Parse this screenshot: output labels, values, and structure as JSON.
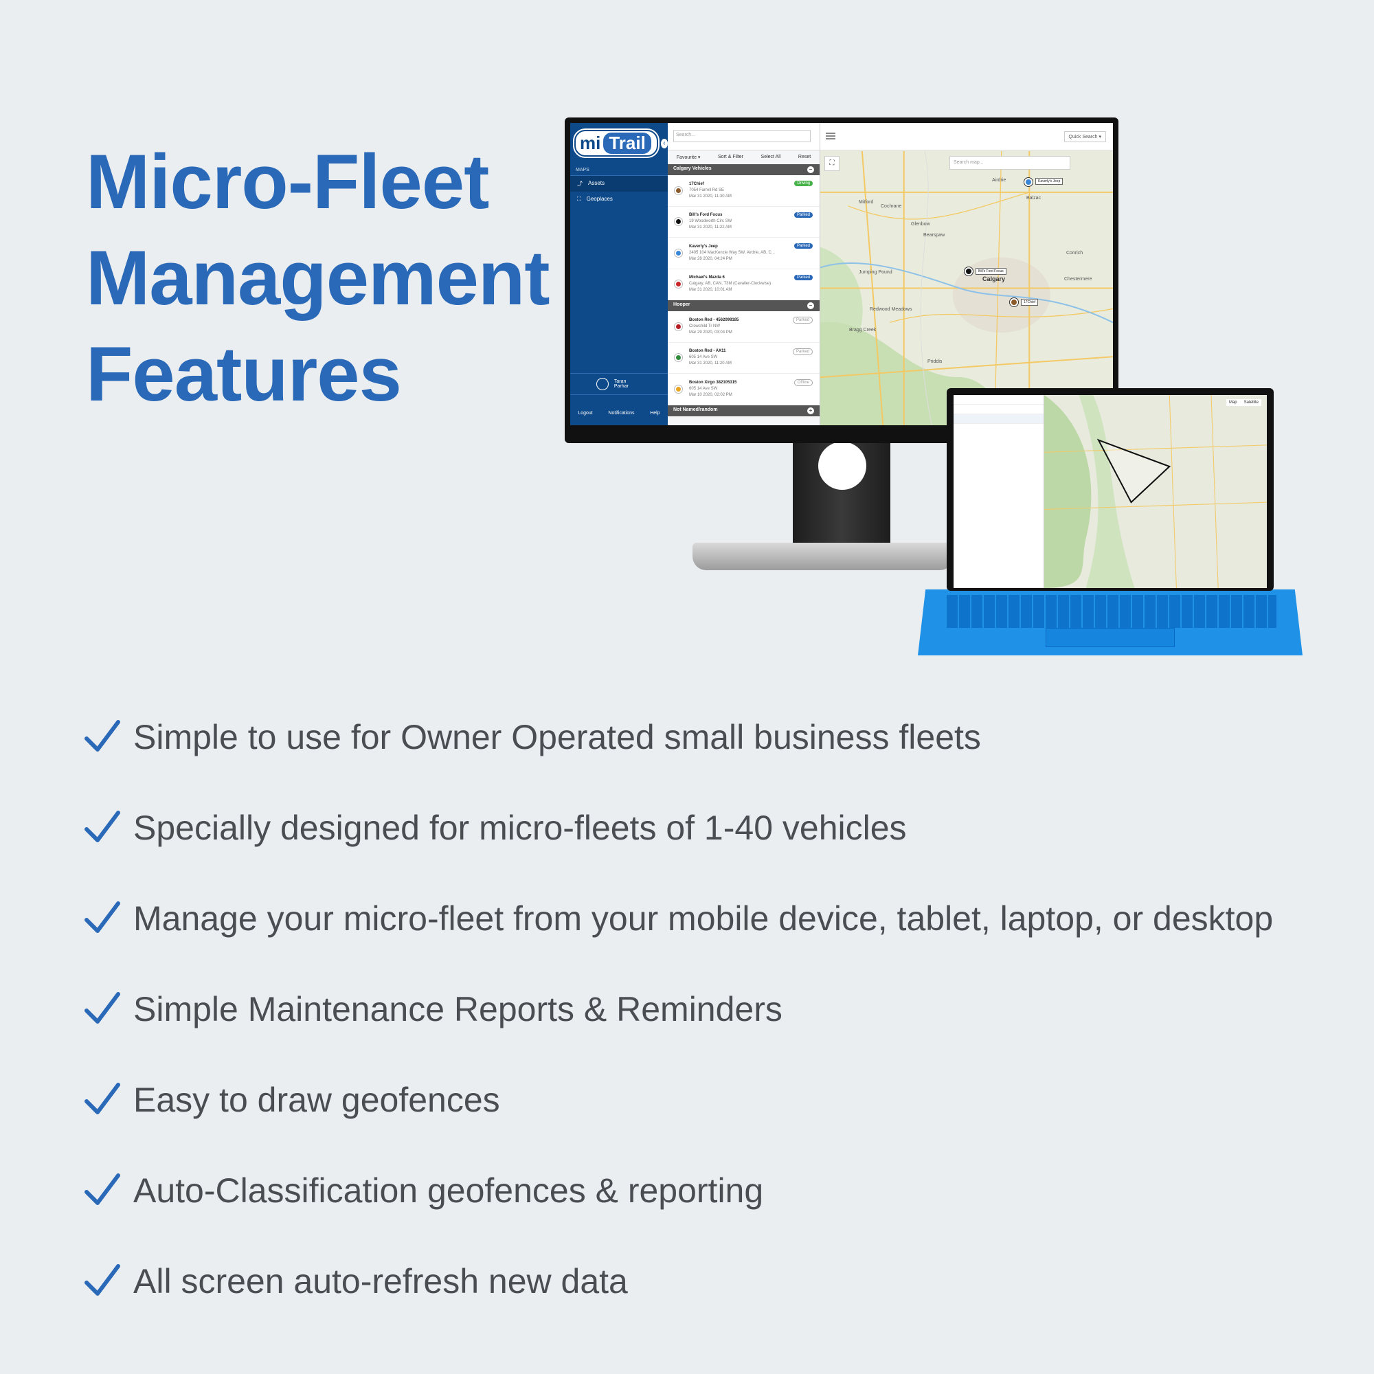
{
  "headline": {
    "line1": "Micro-Fleet",
    "line2": "Management",
    "line3": "Features"
  },
  "colors": {
    "brand_blue": "#2a69b8",
    "sidebar_blue": "#0e4a8a",
    "text_gray": "#4a4d52",
    "background": "#ebeef0",
    "tablet_blue": "#1f92e8"
  },
  "monitor": {
    "logo_mi": "mi",
    "logo_trail": "Trail",
    "sidebar_section": "MAPS",
    "nav": [
      {
        "label": "Assets",
        "icon": "route-icon"
      },
      {
        "label": "Geoplaces",
        "icon": "geofence-icon"
      }
    ],
    "user_name": "Taran Parhar",
    "bottom_links": [
      "Logout",
      "Notifications",
      "Help"
    ],
    "search_placeholder": "Search...",
    "filters": [
      "Favourite ▾",
      "Sort & Filter",
      "Select All",
      "Reset"
    ],
    "groups": [
      {
        "name": "Calgary Vehicles",
        "vehicles": [
          {
            "name": "17Chief",
            "address": "7054 Farrell Rd SE",
            "time": "Mar 31 2020, 11:30 AM",
            "status": "Driving",
            "color": "#8a5a2b"
          },
          {
            "name": "Bill's Ford Focus",
            "address": "19 Woodworth Circ SW",
            "time": "Mar 31 2020, 11:22 AM",
            "status": "Parked",
            "color": "#111111"
          },
          {
            "name": "Kaverly's Jeep",
            "address": "2405 104 MacKenzie Way SW, Airdrie, AB, C...",
            "time": "Mar 28 2020, 04:24 PM",
            "status": "Parked",
            "color": "#3a86d6"
          },
          {
            "name": "Michael's Mazda 6",
            "address": "Calgary, AB, CAN, T3M (Cavalier-Clockwise)",
            "time": "Mar 31 2020, 10:01 AM",
            "status": "Parked",
            "color": "#c9262b"
          }
        ]
      },
      {
        "name": "Hooper",
        "vehicles": [
          {
            "name": "Boston Red - 4562098185",
            "address": "Crowchild Tr NW",
            "time": "Mar 29 2020, 03:04 PM",
            "status": "Parked",
            "color": "#b61d24"
          },
          {
            "name": "Boston Red - AX11",
            "address": "605 14 Ave SW",
            "time": "Mar 31 2020, 11:20 AM",
            "status": "Parked",
            "color": "#2e8b3a"
          },
          {
            "name": "Boston Xirgo 382105315",
            "address": "605 14 Ave SW",
            "time": "Mar 10 2020, 02:02 PM",
            "status": "Offline",
            "color": "#e8a423"
          }
        ]
      }
    ],
    "last_group": "Not Named/random",
    "quick_search": "Quick Search ▾",
    "map_search_placeholder": "Search map...",
    "map_labels": [
      {
        "text": "Calgary"
      },
      {
        "text": "Cochrane"
      },
      {
        "text": "Airdrie"
      },
      {
        "text": "Balzac"
      },
      {
        "text": "Chestermere"
      },
      {
        "text": "Bragg Creek"
      },
      {
        "text": "Redwood Meadows"
      },
      {
        "text": "Priddis"
      },
      {
        "text": "Glenbow"
      },
      {
        "text": "Bearspaw"
      },
      {
        "text": "Mitford"
      },
      {
        "text": "Conrich"
      },
      {
        "text": "Jumping Pound"
      }
    ],
    "map_tags": [
      "Kaverly's Jeep",
      "Bill's Ford Focus",
      "17Chief"
    ]
  },
  "tablet": {
    "toggle_map": "Map",
    "toggle_satellite": "Satellite"
  },
  "features": [
    "Simple to use for Owner Operated small business fleets",
    "Specially designed for micro-fleets of 1-40 vehicles",
    "Manage your micro-fleet from your mobile device, tablet, laptop, or desktop",
    "Simple Maintenance Reports & Reminders",
    "Easy to draw geofences",
    "Auto-Classification geofences & reporting",
    "All screen auto-refresh new data"
  ]
}
